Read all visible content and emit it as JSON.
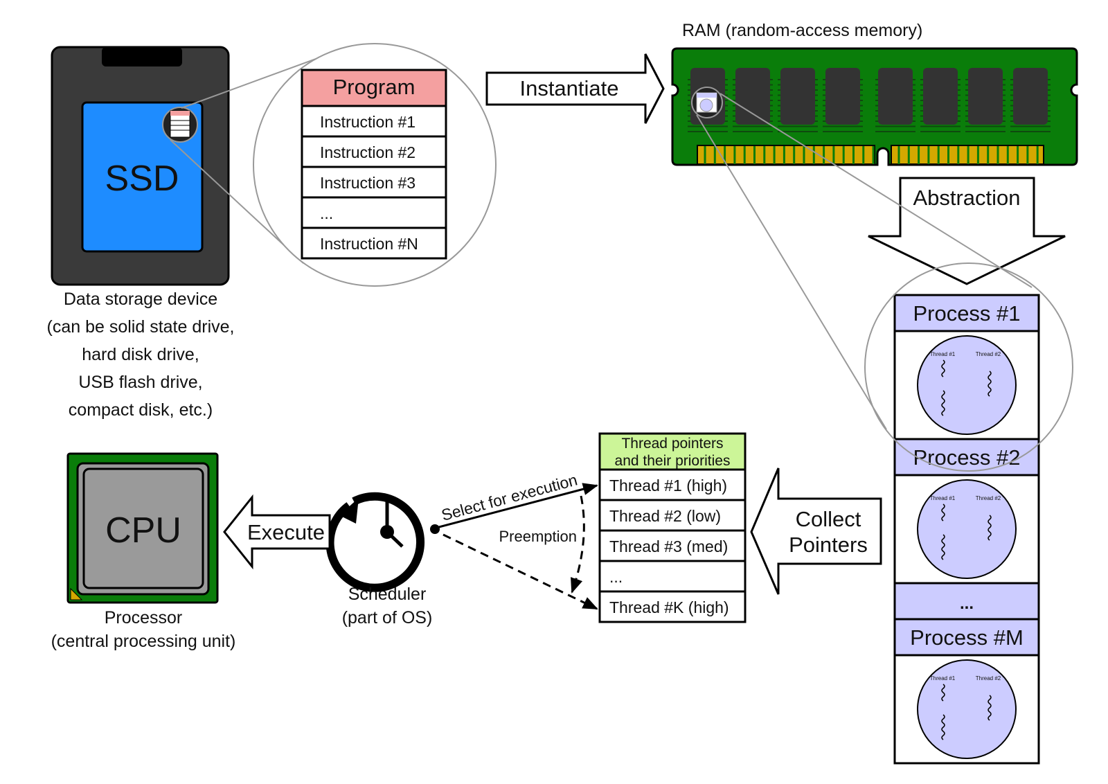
{
  "ssd": {
    "label": "SSD",
    "caption": [
      "Data storage device",
      "(can be solid state drive,",
      "hard disk drive,",
      "USB flash drive,",
      "compact disk, etc.)"
    ]
  },
  "program": {
    "header": "Program",
    "rows": [
      "Instruction #1",
      "Instruction #2",
      "Instruction #3",
      "...",
      "Instruction #N"
    ]
  },
  "arrows": {
    "instantiate": "Instantiate",
    "abstraction": "Abstraction",
    "collect": [
      "Collect",
      "Pointers"
    ],
    "execute": "Execute",
    "select": "Select for execution",
    "preemption": "Preemption"
  },
  "ram": {
    "title": "RAM (random-access memory)"
  },
  "processes": {
    "items": [
      "Process #1",
      "Process #2",
      "...",
      "Process #M"
    ],
    "thread_labels": [
      "Thread #1",
      "Thread #2"
    ]
  },
  "threads": {
    "header": [
      "Thread pointers",
      "and their priorities"
    ],
    "rows": [
      "Thread #1 (high)",
      "Thread #2 (low)",
      "Thread #3 (med)",
      "...",
      "Thread #K (high)"
    ]
  },
  "scheduler": {
    "caption": [
      "Scheduler",
      "(part of OS)"
    ]
  },
  "cpu": {
    "label": "CPU",
    "caption": [
      "Processor",
      "(central processing unit)"
    ]
  },
  "colors": {
    "ssd_body": "#3a3a3a",
    "ssd_label": "#1e8cff",
    "program_header": "#f4a0a0",
    "ram_board": "#0a7d0a",
    "ram_chip": "#333333",
    "ram_pins": "#d4a800",
    "process_fill": "#ccccff",
    "threads_header": "#ccf598",
    "cpu_board": "#0a7d0a",
    "cpu_die": "#9a9a9a",
    "zoom_line": "#999999"
  }
}
